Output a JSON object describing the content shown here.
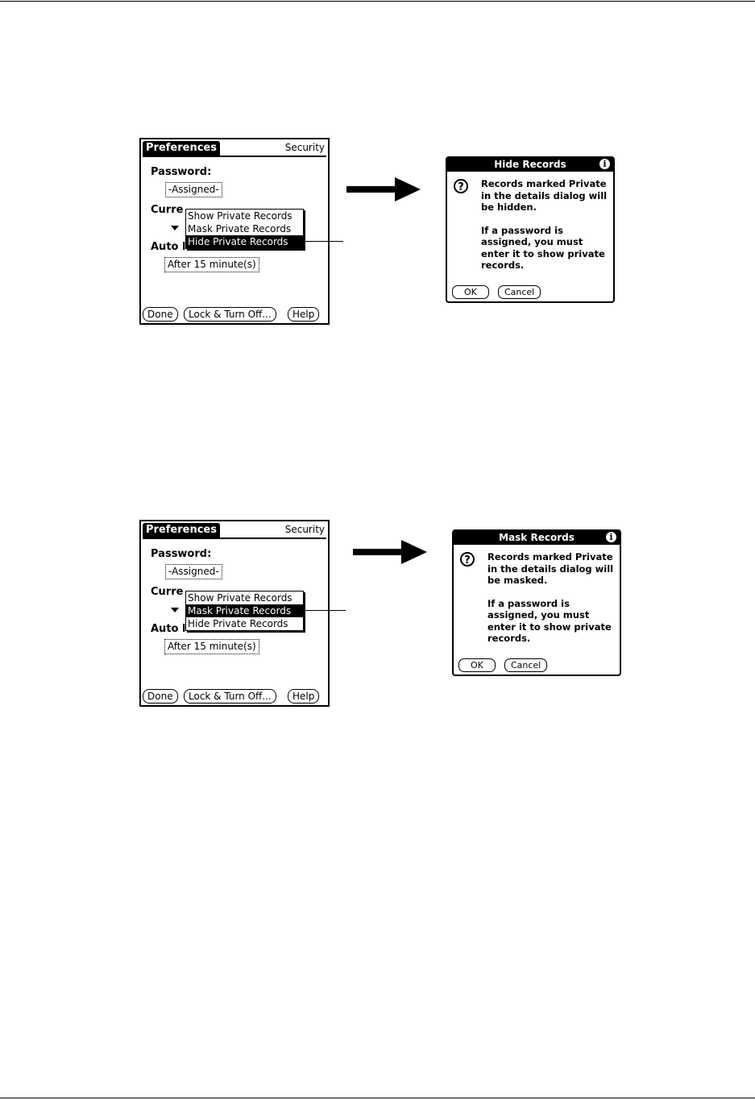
{
  "screen1": {
    "title": "Preferences",
    "section": "Security",
    "password_label": "Password:",
    "password_value": "-Assigned-",
    "current_label": "Curre",
    "auto_label": "Auto l",
    "auto_value": "After 15 minute(s)",
    "menu": [
      "Show Private Records",
      "Mask Private Records",
      "Hide Private Records"
    ],
    "selected_index": 2,
    "buttons": {
      "done": "Done",
      "lock": "Lock & Turn Off...",
      "help": "Help"
    }
  },
  "screen2": {
    "title": "Preferences",
    "section": "Security",
    "password_label": "Password:",
    "password_value": "-Assigned-",
    "current_label": "Curre",
    "auto_label": "Auto l",
    "auto_value": "After 15 minute(s)",
    "menu": [
      "Show Private Records",
      "Mask Private Records",
      "Hide Private Records"
    ],
    "selected_index": 1,
    "buttons": {
      "done": "Done",
      "lock": "Lock & Turn Off...",
      "help": "Help"
    }
  },
  "dialog1": {
    "title": "Hide Records",
    "info_icon": "i",
    "question_icon": "?",
    "para1": "Records marked Private in the details dialog will be hidden.",
    "para2": "If a password is assigned, you must enter it to show private records.",
    "ok": "OK",
    "cancel": "Cancel"
  },
  "dialog2": {
    "title": "Mask Records",
    "info_icon": "i",
    "question_icon": "?",
    "para1": "Records marked Private in the details dialog will be masked.",
    "para2": "If a password is assigned, you must enter it to show private records.",
    "ok": "OK",
    "cancel": "Cancel"
  }
}
